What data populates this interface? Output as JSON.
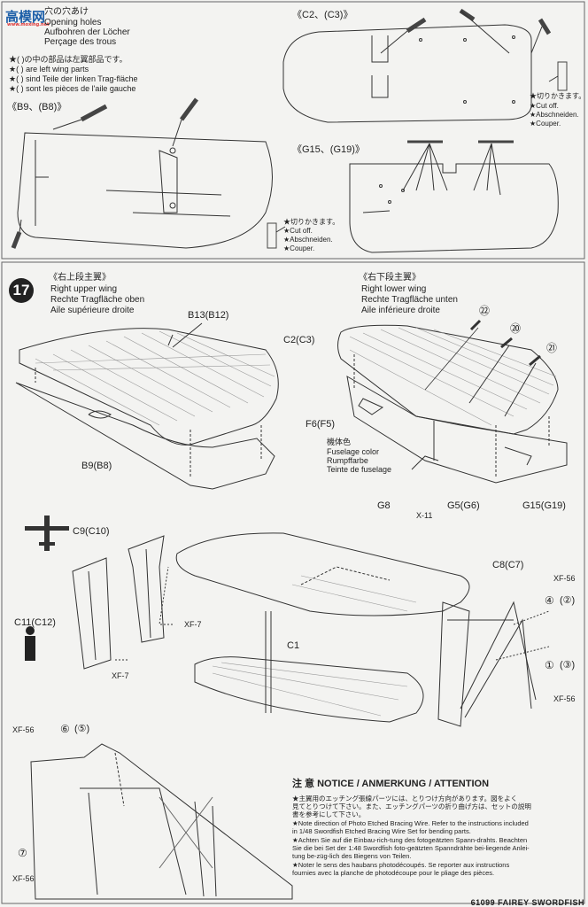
{
  "site_logo": "高模网",
  "site_logo_sub": "www.moxing.net",
  "top_left": {
    "title_jp": "穴の穴あけ",
    "title_en": "Opening holes",
    "title_de": "Aufbohren der Löcher",
    "title_fr": "Perçage des trous",
    "note_jp": "★( )の中の部品は左翼部品です。",
    "note_en": "★( ) are left wing parts",
    "note_de": "★( ) sind Teile der linken Trag-fläche",
    "note_fr": "★( ) sont les pièces de l'aile gauche",
    "label_b9": "《B9、(B8)》"
  },
  "top_right": {
    "label_c2": "《C2、(C3)》",
    "label_g15": "《G15、(G19)》"
  },
  "cut_notes": {
    "jp": "★切りかきます。",
    "en": "★Cut off.",
    "de": "★Abschneiden.",
    "fr": "★Couper."
  },
  "step17": {
    "number": "17",
    "upper_jp": "《右上段主翼》",
    "upper_en": "Right upper wing",
    "upper_de": "Rechte Tragfläche oben",
    "upper_fr": "Aile supérieure droite",
    "lower_jp": "《右下段主翼》",
    "lower_en": "Right lower wing",
    "lower_de": "Rechte Tragfläche unten",
    "lower_fr": "Aile inférieure droite"
  },
  "part_labels": {
    "b13": "B13(B12)",
    "b9": "B9(B8)",
    "c2": "C2(C3)",
    "f6": "F6(F5)",
    "g8": "G8",
    "g5": "G5(G6)",
    "g15": "G15(G19)",
    "x11": "X-11",
    "c9": "C9(C10)",
    "c11": "C11(C12)",
    "c1": "C1",
    "c8": "C8(C7)",
    "xf7a": "XF-7",
    "xf7b": "XF-7",
    "xf56a": "XF-56",
    "xf56b": "XF-56",
    "xf56c": "XF-56",
    "xf56d": "XF-56"
  },
  "fuselage_color": {
    "jp": "機体色",
    "en": "Fuselage color",
    "de": "Rumpffarbe",
    "fr": "Teinte de fuselage"
  },
  "wire_numbers": {
    "n22": "㉒",
    "n20": "⑳",
    "n21": "㉑",
    "n4": "④",
    "n2": "(②)",
    "n1": "①",
    "n3": "(③)",
    "n6": "⑥",
    "n5": "(⑤)",
    "n7": "⑦"
  },
  "notice": {
    "title": "注 意  NOTICE / ANMERKUNG / ATTENTION",
    "lines": [
      "★主翼用のエッチング張線パーツには、とりつけ方向があります。図をよく",
      "見てとりつけて下さい。また、エッチングパーツの折り曲げ方は、セットの説明",
      "書を参考にして下さい。",
      "★Note direction of Photo Etched Bracing Wire. Refer to the instructions included",
      "in 1/48 Swordfish Etched Bracing Wire Set for bending parts.",
      "★Achten Sie auf die Einbau-rich-tung des fotogeätzten Spann-drahts. Beachten",
      "Sie die bei Set der 1:48 Swordfish foto-geätzten Spanndrähte bei-liegende Anlei-",
      "tung be-züg-lich des Biegens von Teilen.",
      "★Noter le sens des haubans photodécoupés. Se reporter aux instructions",
      "fournies avec la planche de photodécoupe pour le pliage des pièces."
    ]
  },
  "footer": "61099 FAIREY SWORDFISH"
}
